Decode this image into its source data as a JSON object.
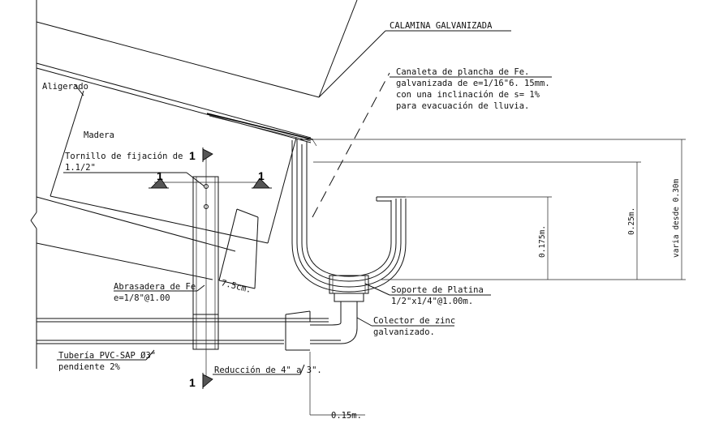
{
  "labels": {
    "calamina": "CALAMINA GALVANIZADA",
    "canaleta_1": "Canaleta de plancha de Fe.",
    "canaleta_2": "galvanizada de e=1/16\"6. 15mm.",
    "canaleta_3": "con una inclinación de s= 1%",
    "canaleta_4": "para evacuación de lluvia.",
    "aligerado": "Aligerado",
    "madera": "Madera",
    "tornillo_1": "Tornillo de fijación de",
    "tornillo_2": "1.1/2\"",
    "dim_75": "7.5cm.",
    "abrazadera_1": "Abrasadera de Fe",
    "abrazadera_2": "e=1/8\"@1.00",
    "tuberia_1": "Tubería PVC-SAP Ø3\"",
    "tuberia_2": "pendiente 2%",
    "reduccion": "Reducción de 4\" a 3\".",
    "soporte_1": "Soporte de Platina",
    "soporte_2": "1/2\"x1/4\"@1.00m.",
    "colector_1": "Colector de zinc",
    "colector_2": "galvanizado.",
    "dim_0175": "0.175m.",
    "dim_025": "0.25m.",
    "dim_030": "varia desde 0.30m",
    "dim_015": "0.15m."
  },
  "section_marks": {
    "left": "1",
    "right": "1",
    "top": "1",
    "bottom": "1"
  }
}
